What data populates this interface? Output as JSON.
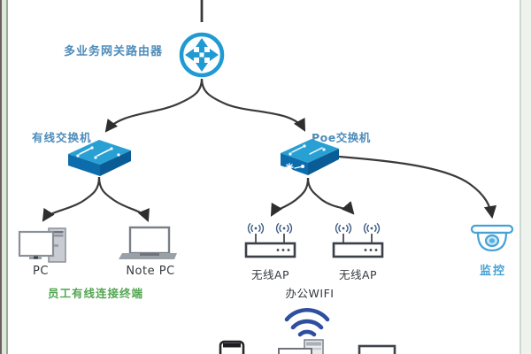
{
  "diagram": {
    "title": "多业务网关路由器",
    "nodes": {
      "router": {
        "label": "多业务网关路由器",
        "icon": "router-icon"
      },
      "wired_switch": {
        "label": "有线交换机",
        "icon": "switch-icon"
      },
      "poe_switch": {
        "label": "Poe交换机",
        "icon": "poe-switch-icon"
      },
      "pc": {
        "label": "PC",
        "icon": "desktop-pc-icon"
      },
      "note_pc": {
        "label": "Note PC",
        "icon": "laptop-icon"
      },
      "ap1": {
        "label": "无线AP",
        "icon": "wireless-ap-icon"
      },
      "ap2": {
        "label": "无线AP",
        "icon": "wireless-ap-icon"
      },
      "camera": {
        "label": "监控",
        "icon": "dome-camera-icon"
      }
    },
    "annotations": {
      "wired_terminals": "员工有线连接终端",
      "office_wifi": "办公WIFI"
    },
    "connections": [
      "uplink → router",
      "router → wired_switch",
      "router → poe_switch",
      "wired_switch → pc",
      "wired_switch → note_pc",
      "poe_switch → ap1",
      "poe_switch → ap2",
      "poe_switch → camera"
    ],
    "colors": {
      "router_cyan": "#1f9ad2",
      "switch_top": "#29a0d4",
      "switch_front": "#0d6cab",
      "switch_side": "#0a5c96",
      "label_blue": "#4e8cba",
      "camera_blue": "#46a2d6",
      "wifi_navy": "#2e4f9f",
      "note_green": "#53a553",
      "line_dark": "#3a3a3a",
      "page_edge_green": "#dceadc"
    }
  }
}
